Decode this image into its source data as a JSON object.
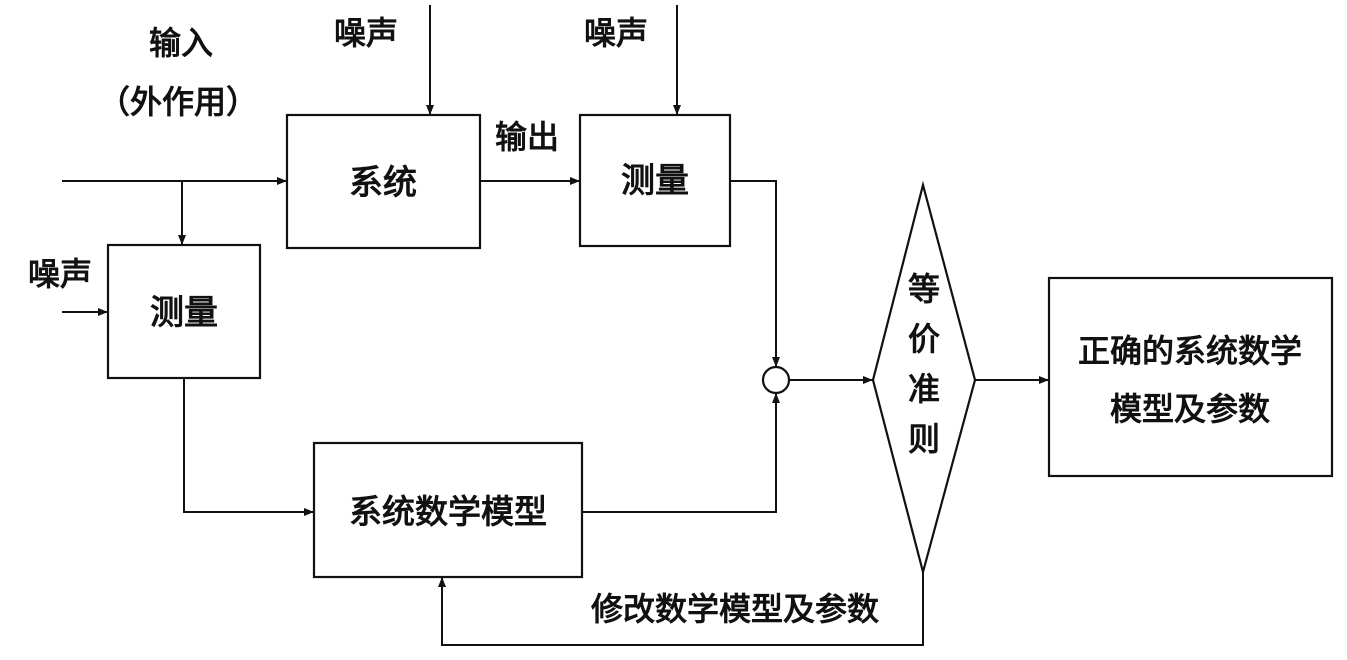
{
  "labels": {
    "input_line1": "输入",
    "input_line2": "（外作用）",
    "noise_top_system": "噪声",
    "noise_top_measure": "噪声",
    "noise_left": "噪声",
    "output": "输出",
    "system": "系统",
    "measure_top": "测量",
    "measure_left": "测量",
    "model": "系统数学模型",
    "criterion_chars": [
      "等",
      "价",
      "准",
      "则"
    ],
    "result_line1": "正确的系统数学",
    "result_line2": "模型及参数",
    "feedback": "修改数学模型及参数"
  },
  "colors": {
    "ink": "#111111",
    "background": "#ffffff"
  }
}
